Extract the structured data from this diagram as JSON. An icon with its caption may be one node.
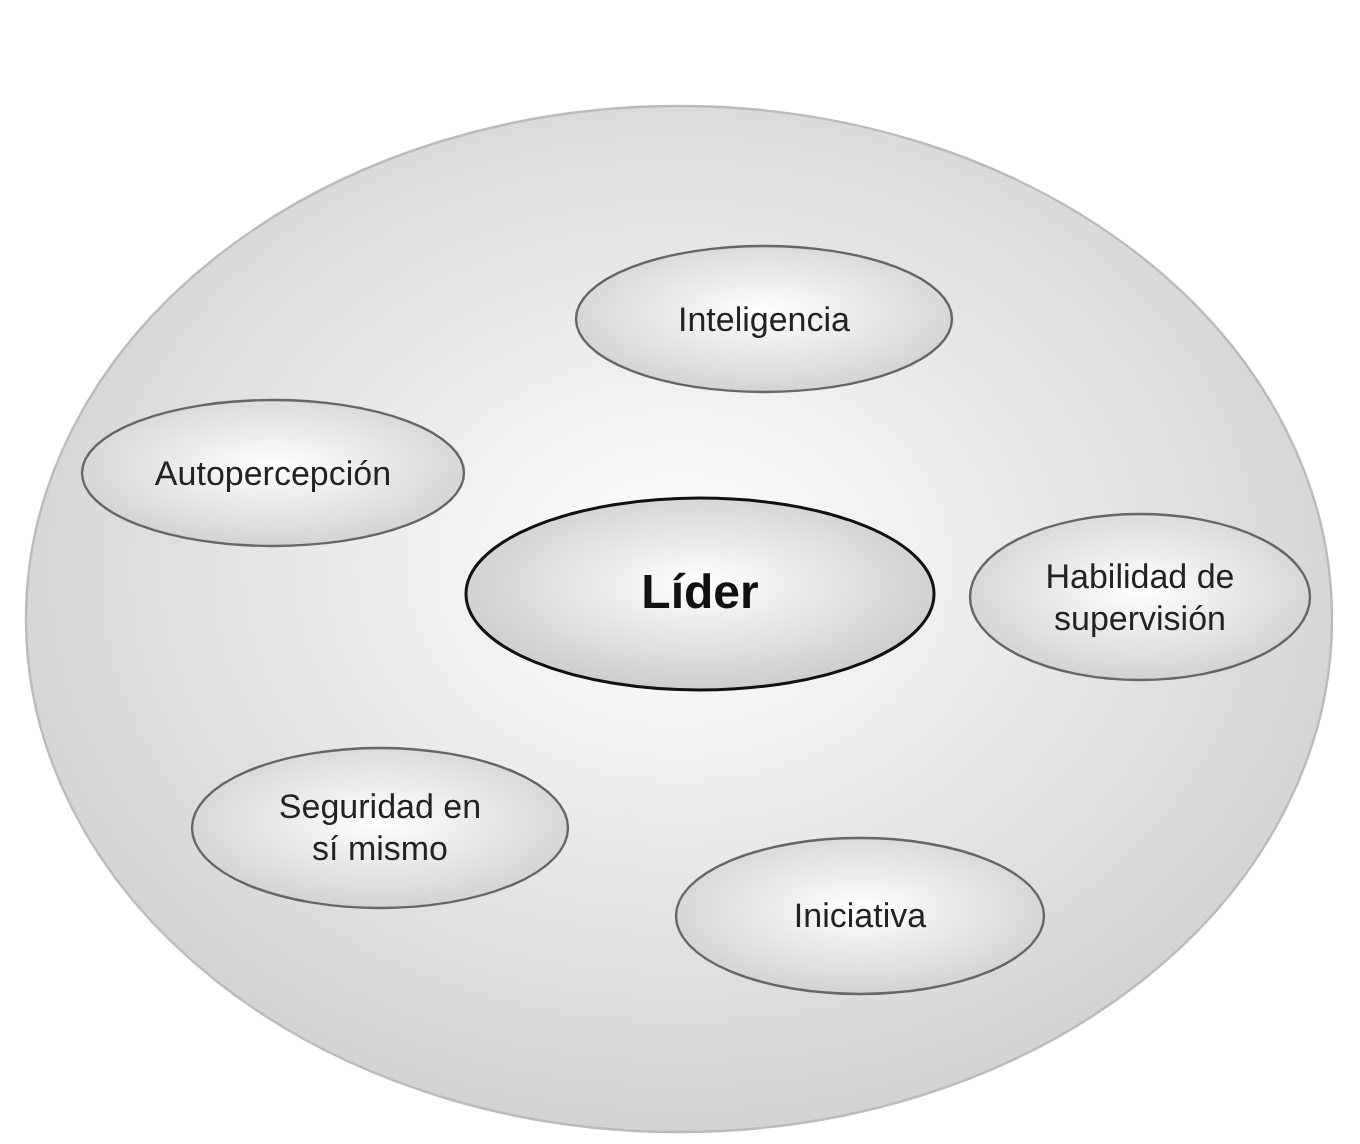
{
  "diagram": {
    "nodes": [
      {
        "text": [],
        "shape": "circle"
      },
      {
        "text": [
          "Inteligencia"
        ],
        "in": 0
      },
      {
        "text": [
          "Autopercepción"
        ],
        "in": 0
      },
      {
        "text": [
          "Líder"
        ],
        "in": 0
      },
      {
        "text": [
          "Habilidad de supervisión"
        ],
        "in": 0
      },
      {
        "text": [
          "Seguridad en sí mismo"
        ],
        "in": 0
      },
      {
        "text": [
          "Iniciativa"
        ],
        "in": 0
      }
    ],
    "edges": []
  }
}
